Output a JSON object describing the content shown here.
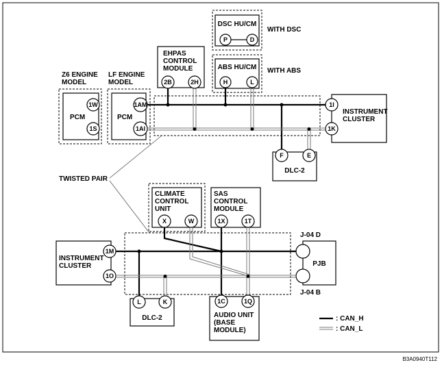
{
  "frame": {
    "code": "B3A0940T112"
  },
  "modules": {
    "z6_model": "Z6 ENGINE\nMODEL",
    "lf_model": "LF ENGINE\nMODEL",
    "pcm": "PCM",
    "ehpas": "EHPAS\nCONTROL\nMODULE",
    "abs": "ABS HU/CM",
    "with_abs": "WITH ABS",
    "dsc": "DSC HU/CM",
    "with_dsc": "WITH DSC",
    "instrument_cluster": "INSTRUMENT\nCLUSTER",
    "dlc2": "DLC-2",
    "twisted_pair": "TWISTED PAIR",
    "climate": "CLIMATE\nCONTROL\nUNIT",
    "sas": "SAS\nCONTROL\nMODULE",
    "audio": "AUDIO UNIT\n(BASE\nMODULE)",
    "pjb": "PJB",
    "j04d": "J-04 D",
    "j04b": "J-04 B"
  },
  "pins": {
    "z6_1w": "1W",
    "z6_1s": "1S",
    "lf_1am": "1AM",
    "lf_1ai": "1AI",
    "ehpas_2b": "2B",
    "ehpas_2h": "2H",
    "abs_h": "H",
    "abs_l": "L",
    "dsc_p": "P",
    "dsc_d": "D",
    "ic_1i": "1I",
    "ic_1k": "1K",
    "dlc_f": "F",
    "dlc_e": "E",
    "clim_x": "X",
    "clim_w": "W",
    "sas_1x": "1X",
    "sas_1t": "1T",
    "ic2_1m": "1M",
    "ic2_1o": "1O",
    "dlc2_l": "L",
    "dlc2_k": "K",
    "aud_1c": "1C",
    "aud_1q": "1Q"
  },
  "legend": {
    "can_h": ": CAN_H",
    "can_l": ": CAN_L"
  }
}
